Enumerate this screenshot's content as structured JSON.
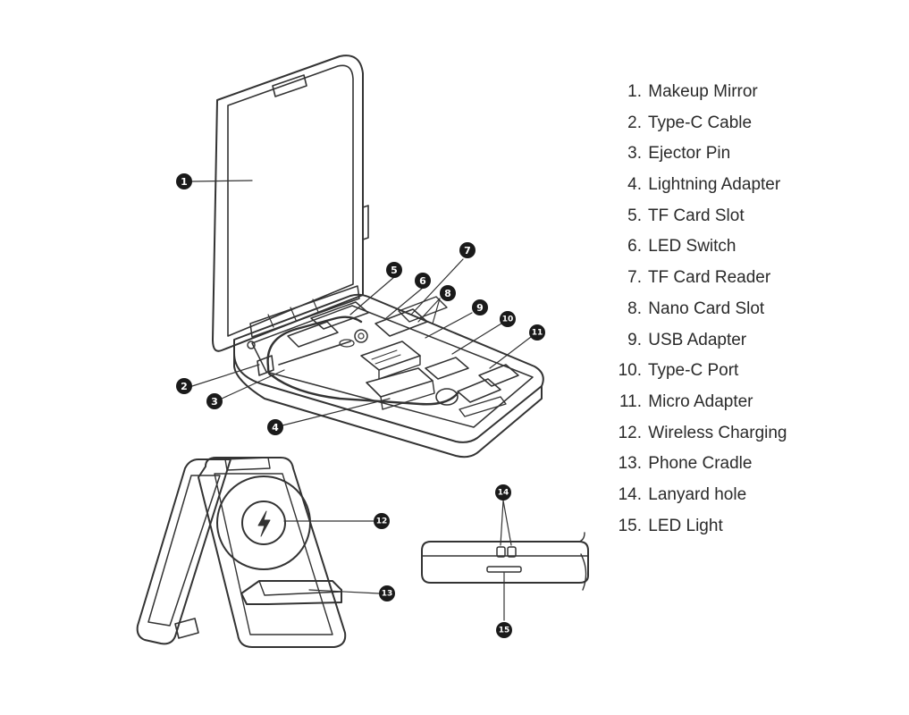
{
  "legend": [
    {
      "n": "1.",
      "label": "Makeup Mirror"
    },
    {
      "n": "2.",
      "label": "Type-C Cable"
    },
    {
      "n": "3.",
      "label": "Ejector Pin"
    },
    {
      "n": "4.",
      "label": "Lightning Adapter"
    },
    {
      "n": "5.",
      "label": "TF Card Slot"
    },
    {
      "n": "6.",
      "label": "LED Switch"
    },
    {
      "n": "7.",
      "label": "TF Card Reader"
    },
    {
      "n": "8.",
      "label": "Nano Card Slot"
    },
    {
      "n": "9.",
      "label": "USB Adapter"
    },
    {
      "n": "10.",
      "label": "Type-C Port"
    },
    {
      "n": "11.",
      "label": "Micro Adapter"
    },
    {
      "n": "12.",
      "label": "Wireless Charging"
    },
    {
      "n": "13.",
      "label": "Phone Cradle"
    },
    {
      "n": "14.",
      "label": "Lanyard hole"
    },
    {
      "n": "15.",
      "label": "LED Light"
    }
  ],
  "badges": [
    "1",
    "2",
    "3",
    "4",
    "5",
    "6",
    "7",
    "8",
    "9",
    "10",
    "11",
    "12",
    "13",
    "14",
    "15"
  ],
  "colors": {
    "line": "#333333",
    "badge": "#1a1a1a",
    "text": "#2a2a2a"
  }
}
